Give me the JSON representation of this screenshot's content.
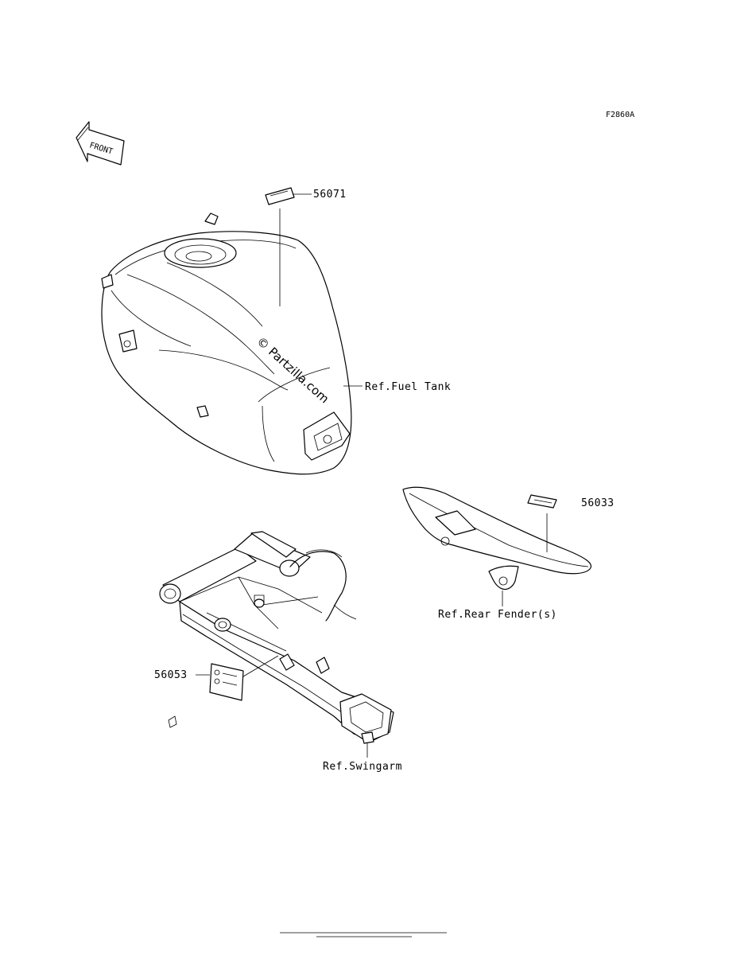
{
  "figure_code": "F2860A",
  "front_arrow_label": "FRONT",
  "watermark": "© Partzilla.com",
  "callouts": {
    "tank_label": "56071",
    "fuel_tank_ref": "Ref.Fuel Tank",
    "fender_label": "56033",
    "rear_fender_ref": "Ref.Rear Fender(s)",
    "swingarm_label": "56053",
    "swingarm_ref": "Ref.Swingarm"
  }
}
